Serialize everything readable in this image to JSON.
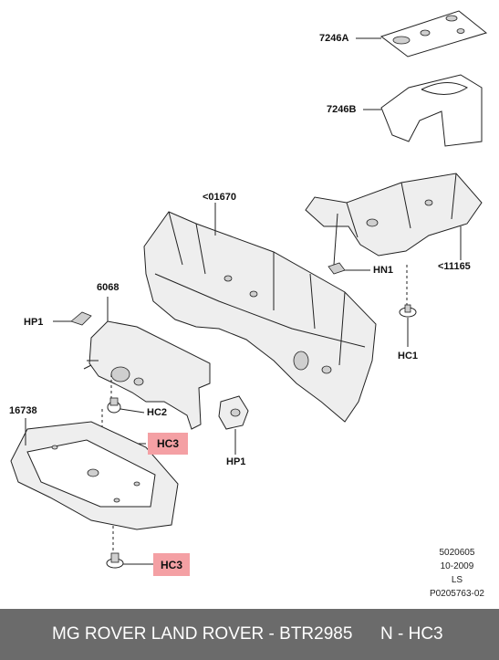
{
  "labels": {
    "7246A": "7246A",
    "7246B": "7246B",
    "01670": "<01670",
    "11165": "<11165",
    "HN1": "HN1",
    "HC1": "HC1",
    "6068": "6068",
    "HP1_left": "HP1",
    "HP1_right": "HP1",
    "HC2": "HC2",
    "HC3_upper": "HC3",
    "HC3_lower": "HC3",
    "16738": "16738"
  },
  "meta": {
    "line1": "5020605",
    "line2": "10-2009",
    "line3": "LS",
    "line4": "P0205763-02"
  },
  "footer": {
    "brands_part": "MG ROVER LAND ROVER - BTR2985",
    "code": "N - HC3"
  },
  "colors": {
    "highlight": "#f4a0a4",
    "footer_bg": "#6b6b6b"
  }
}
